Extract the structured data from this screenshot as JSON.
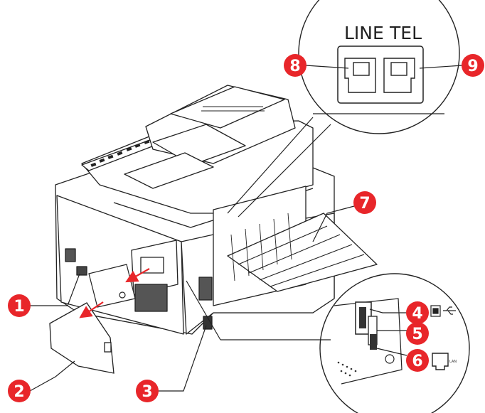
{
  "diagram": {
    "port_labels": {
      "line": "LINE",
      "tel": "TEL"
    },
    "callouts": [
      {
        "id": "1",
        "text": "1"
      },
      {
        "id": "2",
        "text": "2"
      },
      {
        "id": "3",
        "text": "3"
      },
      {
        "id": "4",
        "text": "4"
      },
      {
        "id": "5",
        "text": "5"
      },
      {
        "id": "6",
        "text": "6"
      },
      {
        "id": "7",
        "text": "7"
      },
      {
        "id": "8",
        "text": "8"
      },
      {
        "id": "9",
        "text": "9"
      }
    ],
    "lan_label": "LAN",
    "colors": {
      "callout": "#e8262a",
      "line": "#222222",
      "arrow": "#e8262a"
    },
    "icons": [
      "usb-icon",
      "lan-port-icon",
      "phone-line-port-icon",
      "phone-tel-port-icon"
    ]
  }
}
